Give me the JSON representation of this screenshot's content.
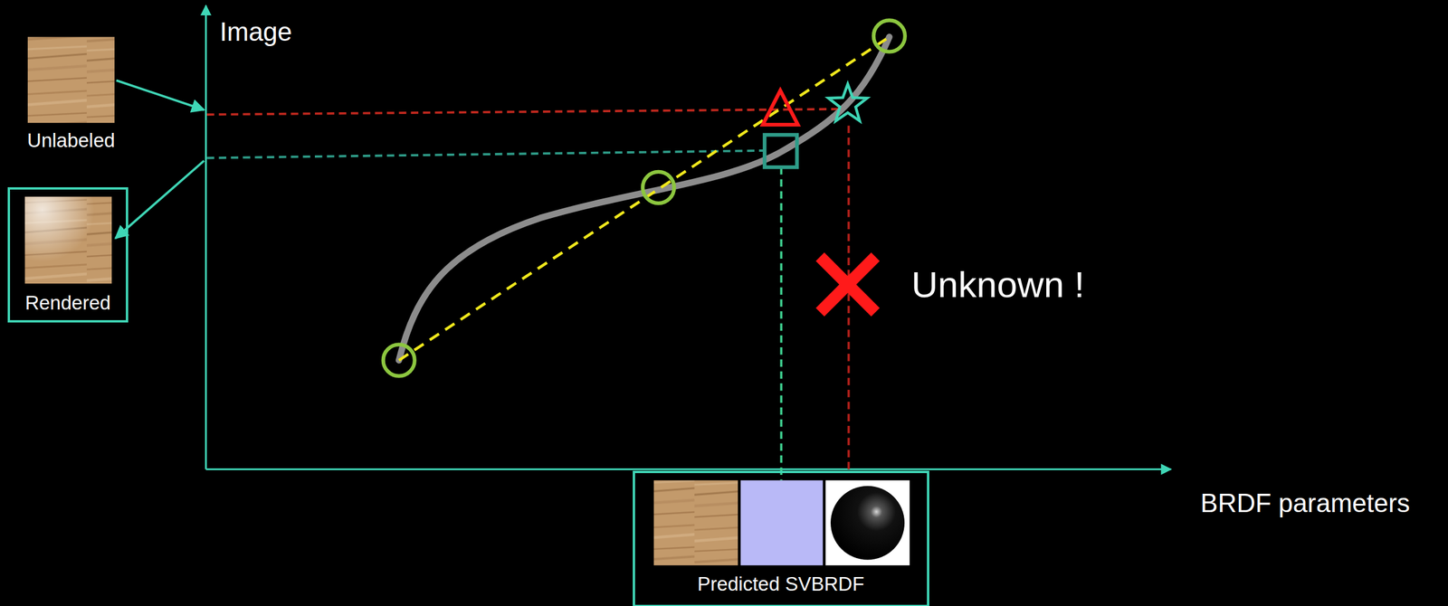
{
  "diagram": {
    "nodes": [
      {
        "text": [
          "Rendered"
        ]
      },
      {
        "text": [
          "Predicted SVBRDF"
        ]
      }
    ],
    "labels": [
      "Image",
      "Unlabeled",
      "Unknown !",
      "BRDF parameters"
    ]
  }
}
